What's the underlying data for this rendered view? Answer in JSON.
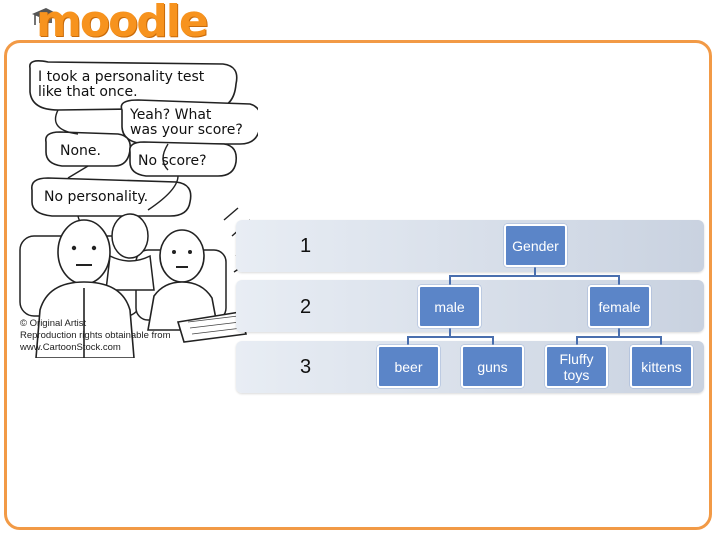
{
  "logo": {
    "text": "moodle"
  },
  "cartoon": {
    "bubbles": [
      "I took a personality test\nlike that once.",
      "Yeah? What\nwas your score?",
      "None.",
      "No score?",
      "No personality."
    ],
    "credit_lines": [
      "© Original Artist",
      "Reproduction rights obtainable from",
      "www.CartoonStock.com"
    ]
  },
  "hierarchy": {
    "levels": [
      "1",
      "2",
      "3"
    ],
    "root": "Gender",
    "level2": [
      "male",
      "female"
    ],
    "level3": [
      "beer",
      "guns",
      "Fluffy toys",
      "kittens"
    ]
  },
  "colors": {
    "node_fill": "#5b85c8",
    "connector": "#4a6fae",
    "frame": "#f29a46",
    "logo": "#f7931e"
  }
}
